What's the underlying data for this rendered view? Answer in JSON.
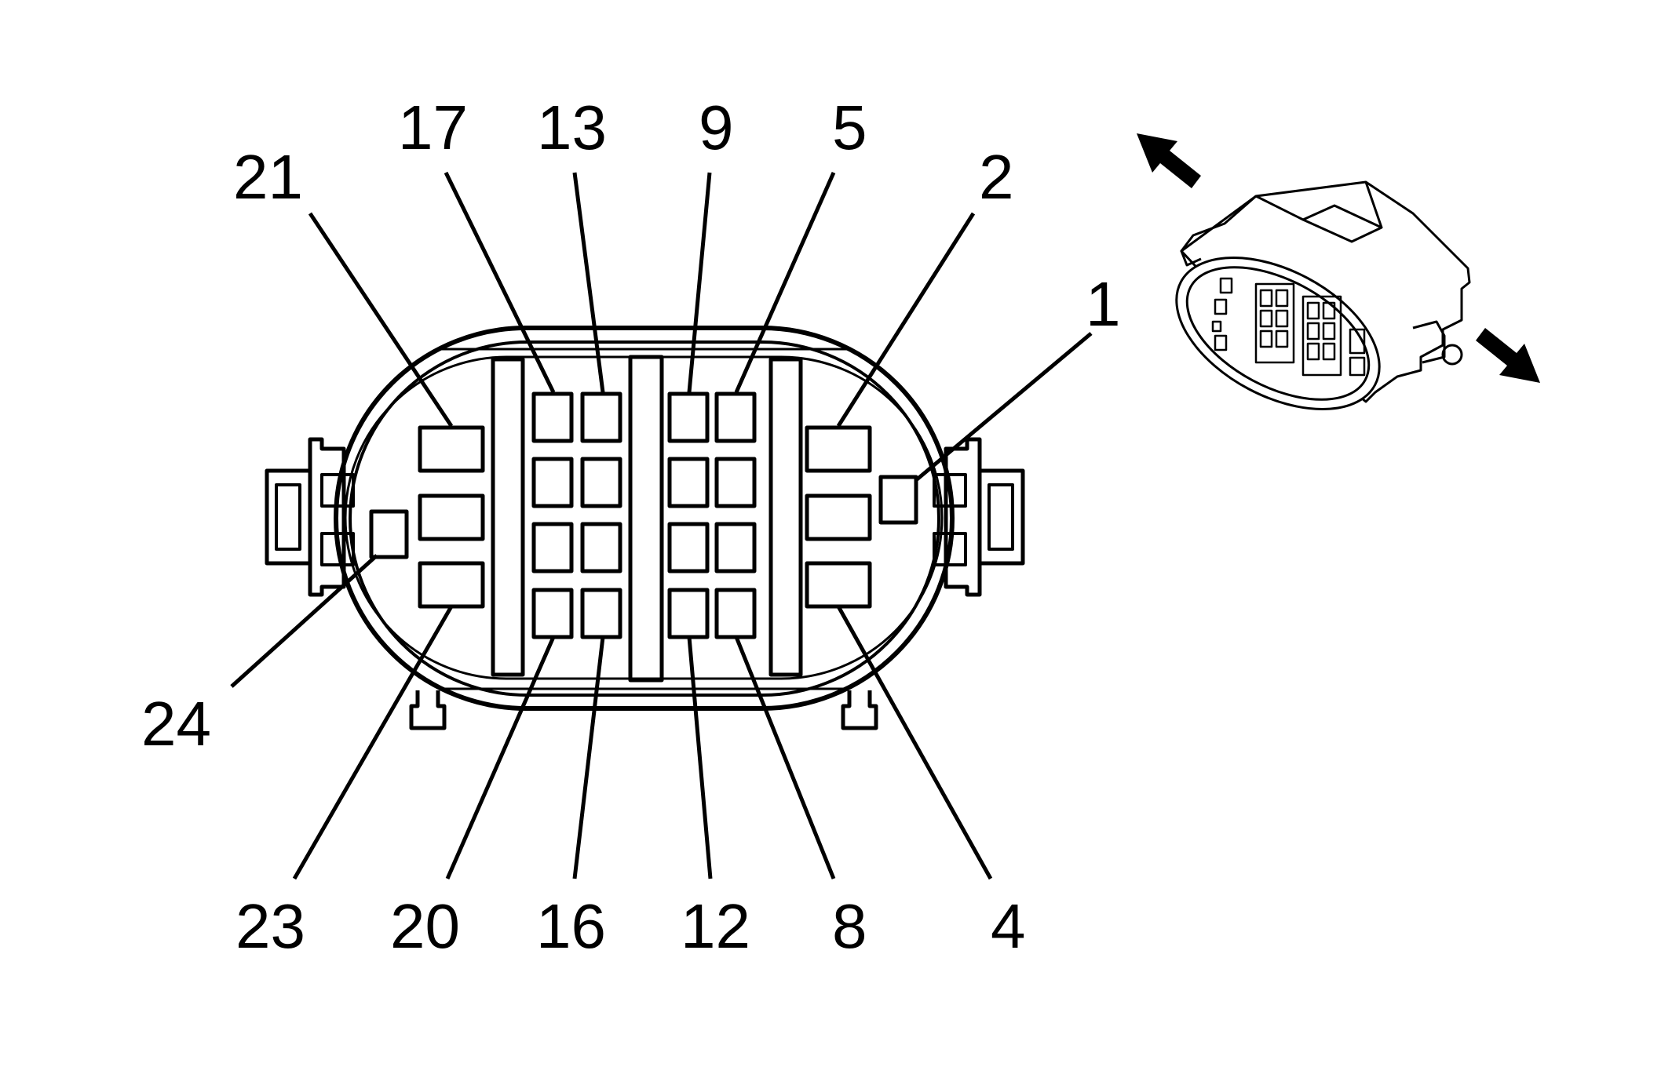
{
  "diagram": {
    "type": "connector-pinout",
    "colors": {
      "line": "#000000",
      "background": "#ffffff",
      "shading": "#e8e8e8"
    },
    "pin_labels": [
      "17",
      "13",
      "9",
      "5",
      "21",
      "2",
      "1",
      "24",
      "23",
      "20",
      "16",
      "12",
      "8",
      "4"
    ],
    "icons": [
      "pull-direction-arrow-icon",
      "connector-perspective-icon"
    ]
  }
}
